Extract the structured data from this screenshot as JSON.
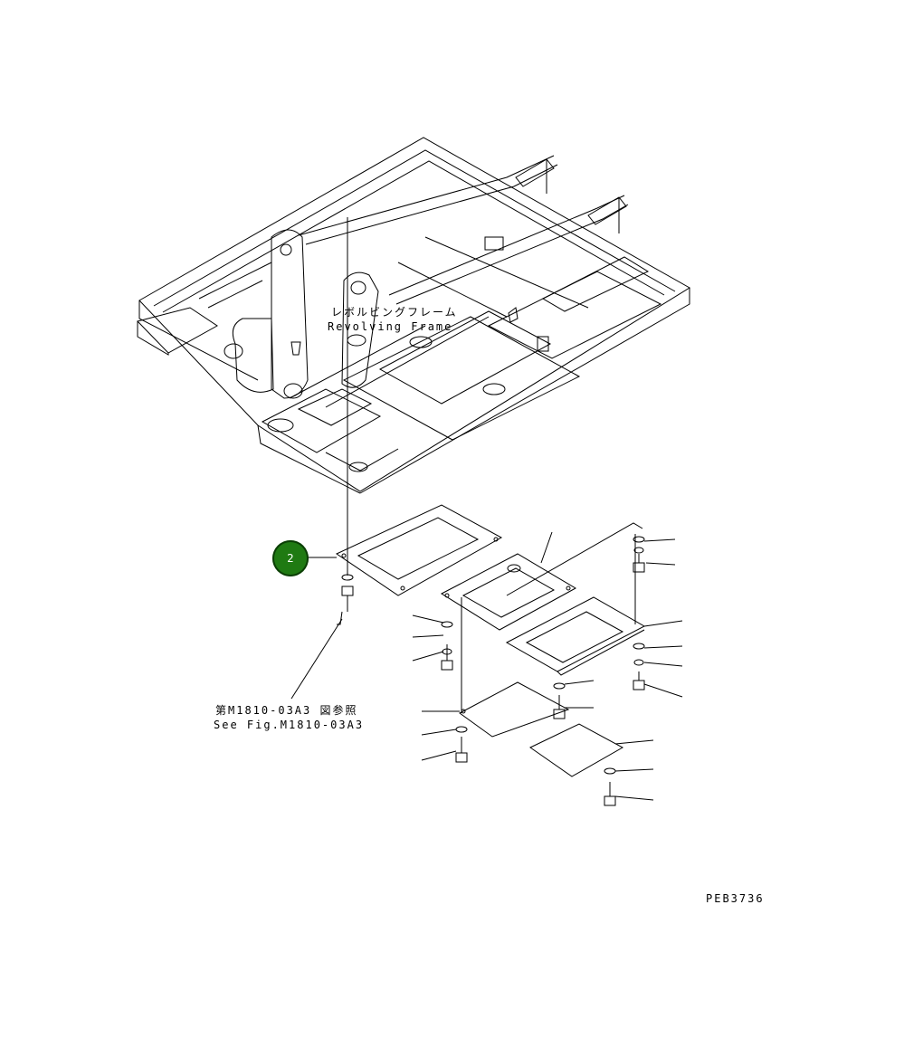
{
  "labels": {
    "frame_jp": "レボルビングフレーム",
    "frame_en": "Revolving Frame",
    "ref_jp": "第M1810-03A3 図参照",
    "ref_en": "See Fig.M1810-03A3",
    "drawing_code": "PEB3736"
  },
  "callouts": [
    {
      "number": "2",
      "color": "#1f7a12"
    }
  ]
}
